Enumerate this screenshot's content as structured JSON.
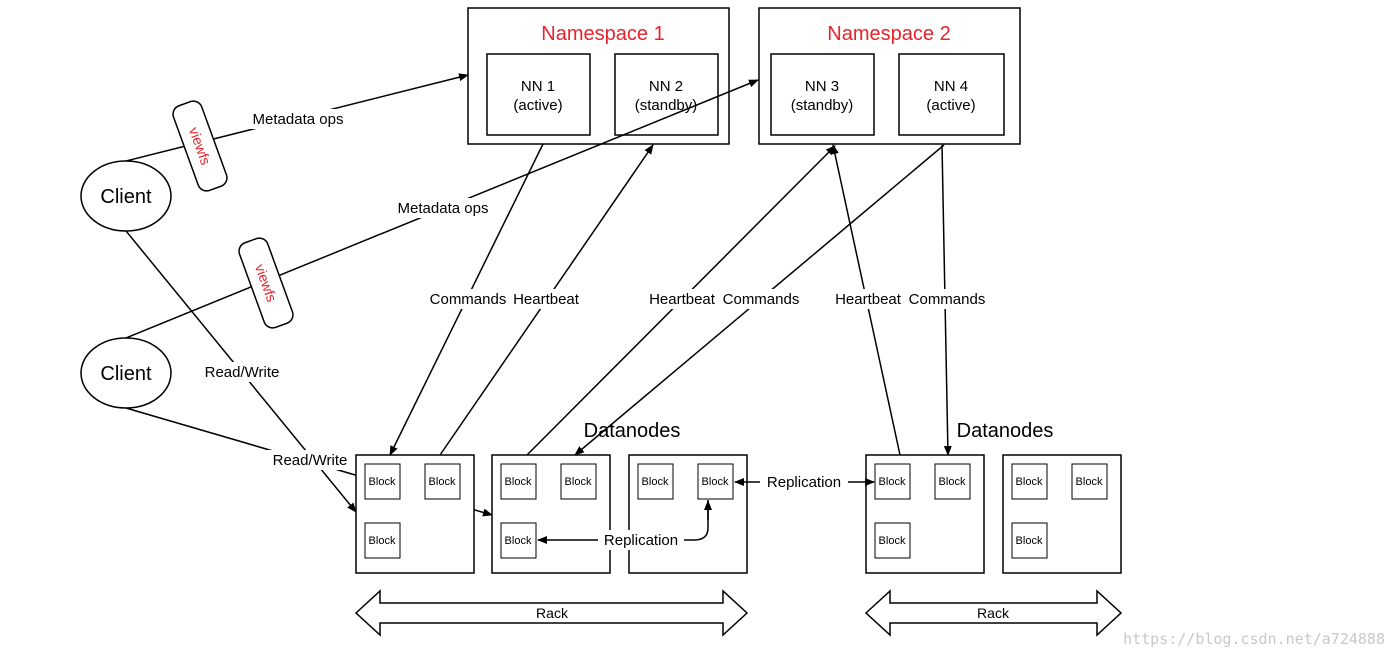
{
  "namespaces": [
    {
      "title": "Namespace 1",
      "nodes": [
        {
          "name": "NN 1",
          "state": "(active)"
        },
        {
          "name": "NN 2",
          "state": "(standby)"
        }
      ]
    },
    {
      "title": "Namespace 2",
      "nodes": [
        {
          "name": "NN 3",
          "state": "(standby)"
        },
        {
          "name": "NN 4",
          "state": "(active)"
        }
      ]
    }
  ],
  "clients": [
    "Client",
    "Client"
  ],
  "viewfs_label": "viewfs",
  "labels": {
    "metadata_ops": "Metadata ops",
    "read_write": "Read/Write",
    "commands": "Commands",
    "heartbeat": "Heartbeat",
    "replication": "Replication",
    "datanodes": "Datanodes",
    "rack": "Rack",
    "block": "Block"
  },
  "watermark": "https://blog.csdn.net/a724888",
  "colors": {
    "namespace_title": "#e8232a",
    "viewfs": "#e8232a",
    "stroke": "#000000",
    "watermark": "#c8c8c8"
  }
}
